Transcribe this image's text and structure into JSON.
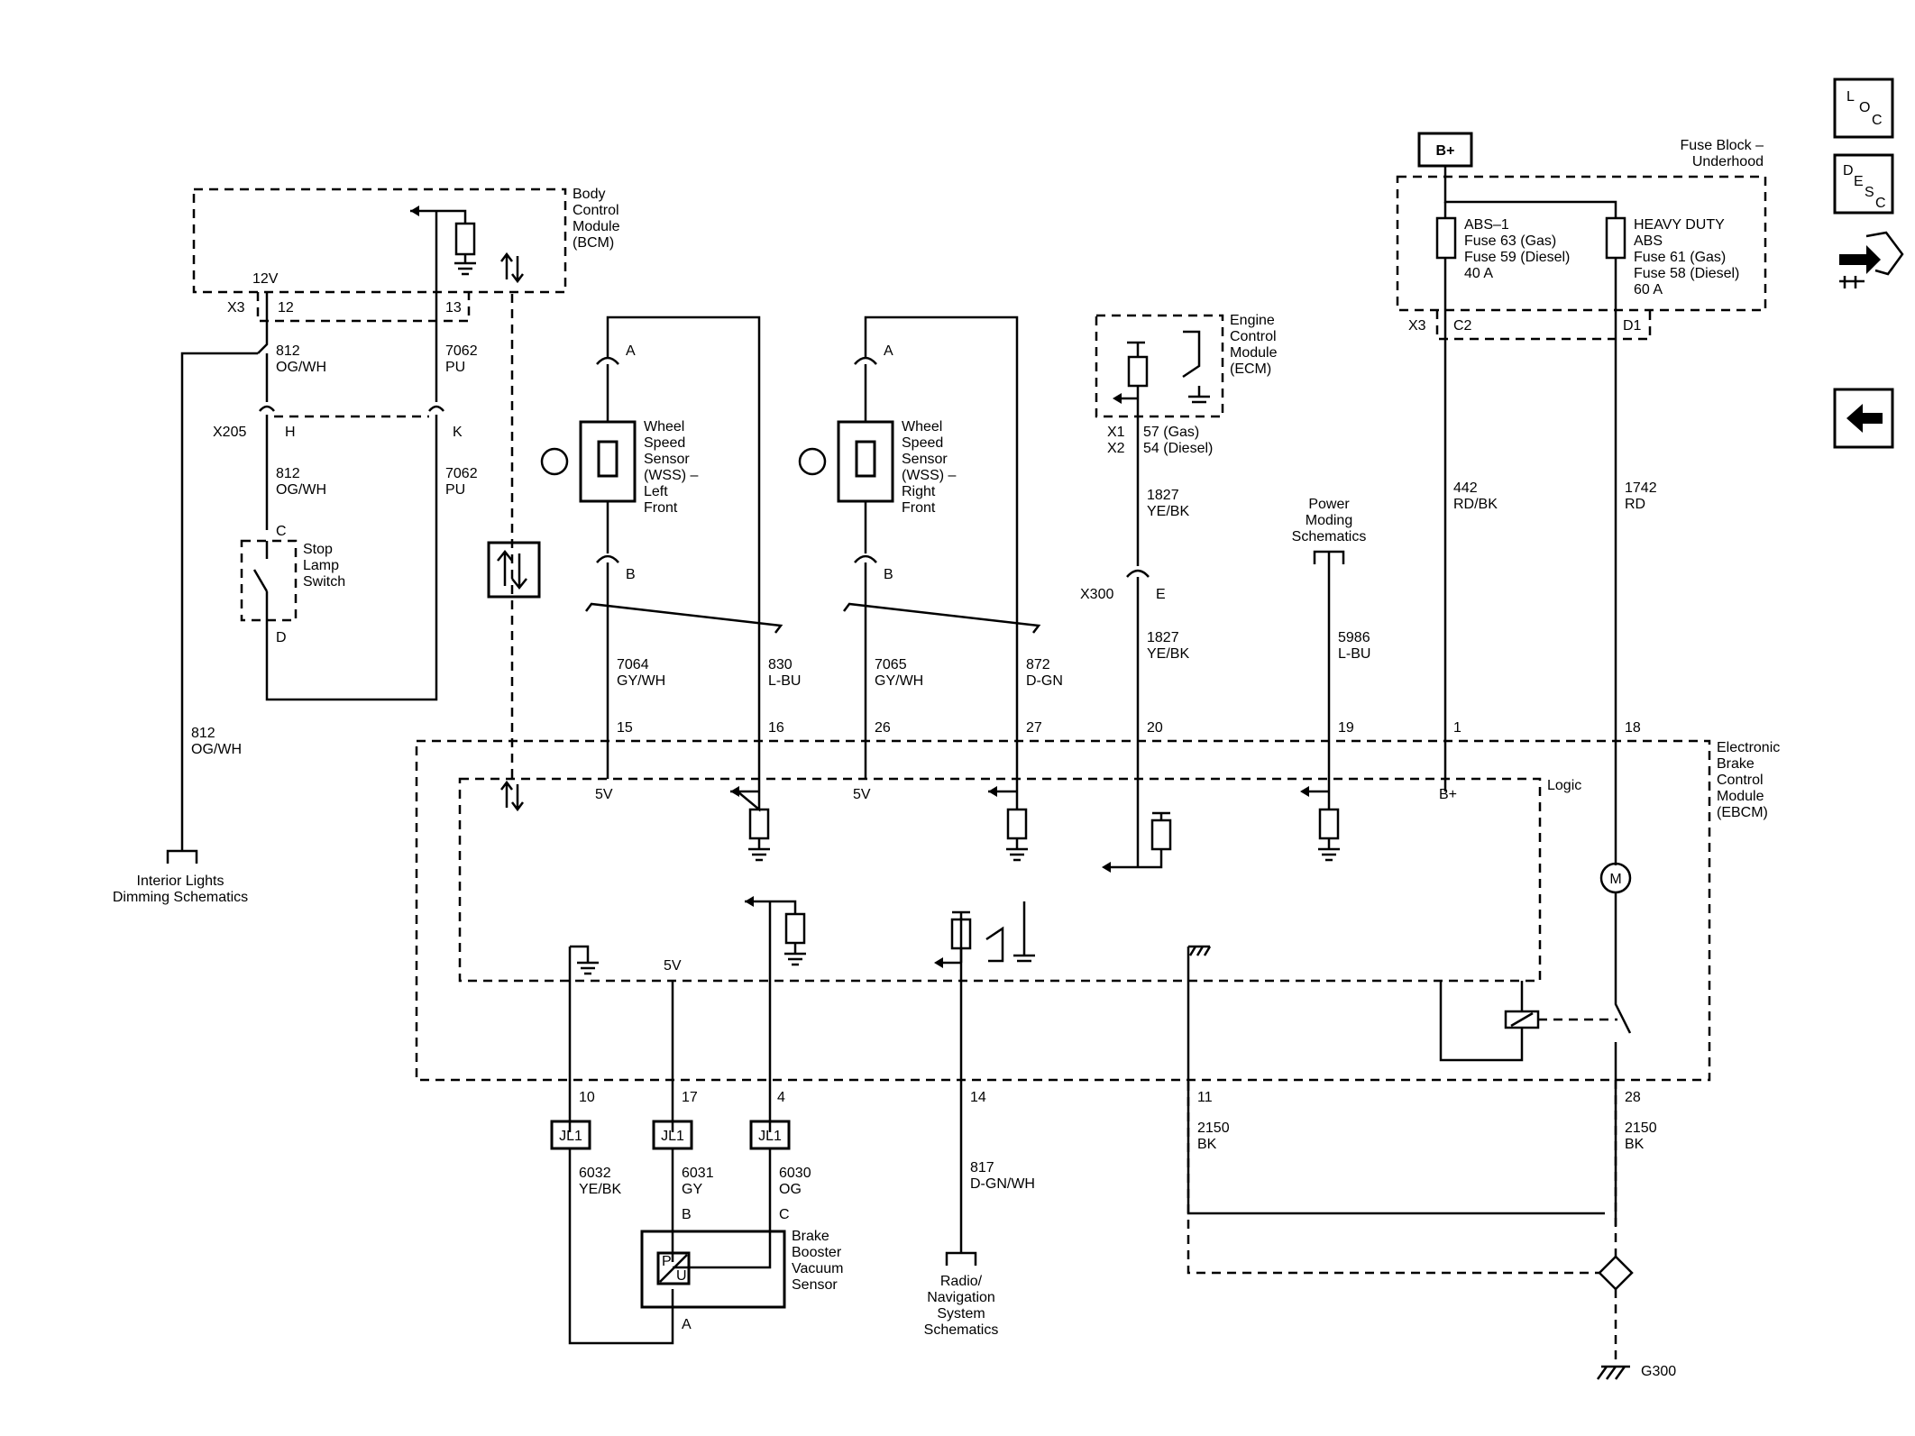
{
  "nav": {
    "loc_label": [
      "L",
      "O",
      "C"
    ],
    "desc_label": [
      "D",
      "E",
      "S",
      "C"
    ],
    "connector_icon": "connector-end-view-icon",
    "back_icon": "arrow-left-icon"
  },
  "bcm": {
    "title": [
      "Body",
      "Control",
      "Module",
      "(BCM)"
    ],
    "voltage": "12V",
    "connector": "X3",
    "pin_a": "12",
    "pin_b": "13"
  },
  "wires": {
    "w812_num": "812",
    "w812_color": "OG/WH",
    "w7062_num": "7062",
    "w7062_color": "PU",
    "x205": "X205",
    "x205_h": "H",
    "x205_k": "K",
    "w812b_num": "812",
    "w812b_color": "OG/WH",
    "w7062b_num": "7062",
    "w7062b_color": "PU",
    "long812_num": "812",
    "long812_color": "OG/WH"
  },
  "stop_lamp": {
    "pin_c": "C",
    "pin_d": "D",
    "title": [
      "Stop",
      "Lamp",
      "Switch"
    ]
  },
  "interior": [
    "Interior Lights",
    "Dimming Schematics"
  ],
  "wss_left": {
    "pin_a": "A",
    "pin_b": "B",
    "title": [
      "Wheel",
      "Speed",
      "Sensor",
      "(WSS) –",
      "Left",
      "Front"
    ],
    "w1_num": "7064",
    "w1_color": "GY/WH",
    "w2_num": "830",
    "w2_color": "L-BU",
    "pin1": "15",
    "pin2": "16",
    "v": "5V"
  },
  "wss_right": {
    "pin_a": "A",
    "pin_b": "B",
    "title": [
      "Wheel",
      "Speed",
      "Sensor",
      "(WSS) –",
      "Right",
      "Front"
    ],
    "w1_num": "7065",
    "w1_color": "GY/WH",
    "w2_num": "872",
    "w2_color": "D-GN",
    "pin1": "26",
    "pin2": "27",
    "v": "5V"
  },
  "ecm": {
    "title": [
      "Engine",
      "Control",
      "Module",
      "(ECM)"
    ],
    "x1": "X1",
    "x1_pin": "57 (Gas)",
    "x2": "X2",
    "x2_pin": "54 (Diesel)",
    "w_num": "1827",
    "w_color": "YE/BK",
    "x300": "X300",
    "x300_pin": "E",
    "w2_num": "1827",
    "w2_color": "YE/BK",
    "pin": "20"
  },
  "power_moding": {
    "title": [
      "Power",
      "Moding",
      "Schematics"
    ],
    "w_num": "5986",
    "w_color": "L-BU",
    "pin": "19"
  },
  "fuse_block": {
    "title": [
      "Fuse Block –",
      "Underhood"
    ],
    "bplus": "B+",
    "abs1": [
      "ABS–1",
      "Fuse 63 (Gas)",
      "Fuse 59 (Diesel)",
      "40 A"
    ],
    "hd_abs": [
      "HEAVY DUTY",
      "ABS",
      "Fuse 61 (Gas)",
      "Fuse 58 (Diesel)",
      "60 A"
    ],
    "connector": "X3",
    "pin_c2": "C2",
    "pin_d1": "D1",
    "w442_num": "442",
    "w442_color": "RD/BK",
    "w1742_num": "1742",
    "w1742_color": "RD",
    "pin1": "1",
    "pin18": "18",
    "logic_bplus": "B+"
  },
  "ebcm": {
    "title": [
      "Electronic",
      "Brake",
      "Control",
      "Module",
      "(EBCM)"
    ],
    "logic": "Logic",
    "motor": "M",
    "v5": "5V"
  },
  "bottom": {
    "pin10": "10",
    "pin17": "17",
    "pin4": "4",
    "pin14": "14",
    "pin11": "11",
    "pin28": "28",
    "jl1": "JL1",
    "w6032_num": "6032",
    "w6032_color": "YE/BK",
    "w6031_num": "6031",
    "w6031_color": "GY",
    "w6030_num": "6030",
    "w6030_color": "OG",
    "bbvs_b": "B",
    "bbvs_c": "C",
    "bbvs_a": "A",
    "bbvs_title": [
      "Brake",
      "Booster",
      "Vacuum",
      "Sensor"
    ],
    "bbvs_p": "P",
    "bbvs_u": "U",
    "w817_num": "817",
    "w817_color": "D-GN/WH",
    "radio": [
      "Radio/",
      "Navigation",
      "System",
      "Schematics"
    ],
    "w2150a_num": "2150",
    "w2150a_color": "BK",
    "w2150b_num": "2150",
    "w2150b_color": "BK",
    "ground": "G300"
  }
}
